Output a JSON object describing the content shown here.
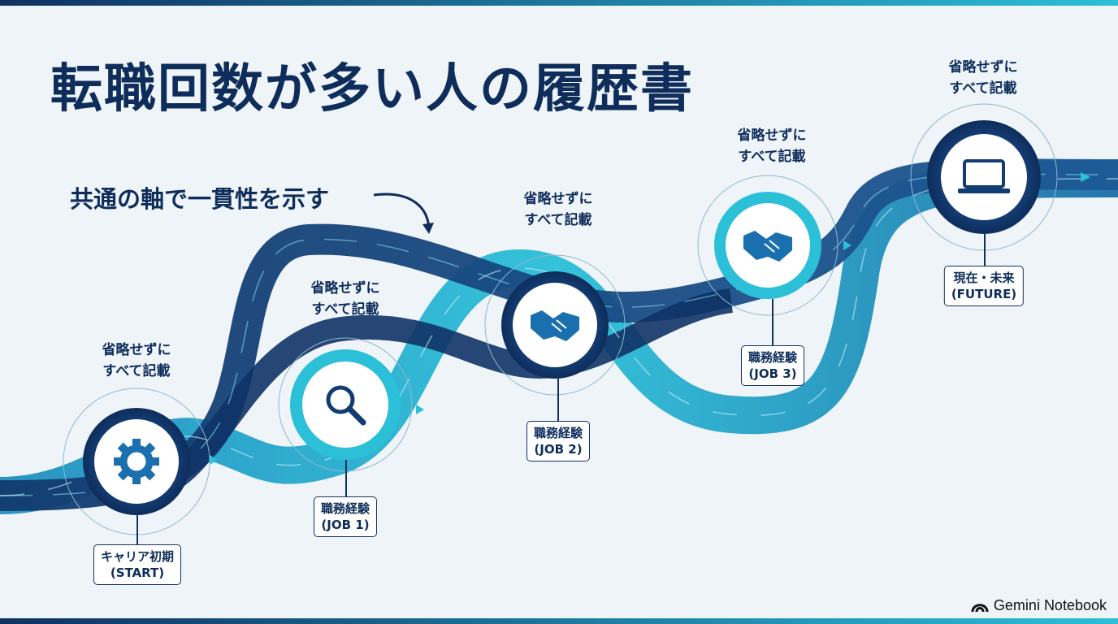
{
  "title": "転職回数が多い人の履歴書",
  "theme_text": "共通の軸で一貫性を示す",
  "milestones": [
    {
      "note_line1": "省略せずに",
      "note_line2": "すべて記載",
      "label_line1": "キャリア初期",
      "label_line2": "(START)",
      "icon": "gear-icon"
    },
    {
      "note_line1": "省略せずに",
      "note_line2": "すべて記載",
      "label_line1": "職務経験",
      "label_line2": "(JOB 1)",
      "icon": "magnifier-icon"
    },
    {
      "note_line1": "省略せずに",
      "note_line2": "すべて記載",
      "label_line1": "職務経験",
      "label_line2": "(JOB 2)",
      "icon": "handshake-icon"
    },
    {
      "note_line1": "省略せずに",
      "note_line2": "すべて記載",
      "label_line1": "職務経験",
      "label_line2": "(JOB 3)",
      "icon": "handshake-icon"
    },
    {
      "note_line1": "省略せずに",
      "note_line2": "すべて記載",
      "label_line1": "現在・未来",
      "label_line2": "(FUTURE)",
      "icon": "laptop-icon"
    }
  ],
  "brand": "Gemini Notebook",
  "colors": {
    "navy": "#0e2d5b",
    "teal": "#2bbfd8",
    "dark_road": "#15417a"
  }
}
